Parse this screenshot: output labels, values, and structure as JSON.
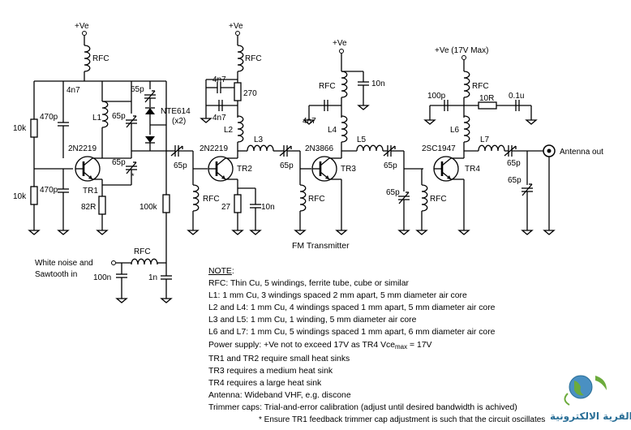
{
  "title": "FM Transmitter",
  "supply": {
    "ve": "+Ve",
    "ve17": "+Ve (17V Max)"
  },
  "transistors": {
    "tr1": "2N2219",
    "tr2": "2N2219",
    "tr3": "2N3866",
    "tr4": "2SC1947"
  },
  "designators": {
    "tr1": "TR1",
    "tr2": "TR2",
    "tr3": "TR3",
    "tr4": "TR4"
  },
  "inductors": {
    "rfc": "RFC",
    "l1": "L1",
    "l2": "L2",
    "l3": "L3",
    "l4": "L4",
    "l5": "L5",
    "l6": "L6",
    "l7": "L7"
  },
  "values": {
    "c4n7": "4n7",
    "c470p": "470p",
    "r10k": "10k",
    "c65p": "65p",
    "r82R": "82R",
    "r100k": "100k",
    "c100n": "100n",
    "c1n": "1n",
    "r270": "270",
    "r27": "27",
    "c10n": "10n",
    "c100p": "100p",
    "r10R": "10R",
    "c01u": "0.1u",
    "varactor": "NTE614",
    "varactor_qty": "(x2)",
    "trim_mark": "*"
  },
  "io": {
    "input_line1": "White noise and",
    "input_line2": "Sawtooth in",
    "output": "Antenna out"
  },
  "notes": {
    "heading": "NOTE",
    "colon": ":",
    "lines": [
      "RFC: Thin Cu, 5 windings, ferrite tube, cube or similar",
      "L1: 1 mm Cu, 3 windings spaced 2 mm apart, 5 mm diameter air core",
      "L2 and L4: 1 mm Cu, 4 windings spaced 1 mm apart, 5 mm diameter air core",
      "L3 and L5: 1 mm Cu, 1 winding, 5 mm diameter air core",
      "L6 and L7: 1 mm Cu, 5 windings spaced 1 mm apart, 6 mm diameter air core"
    ],
    "power_a": "Power supply: +Ve not to exceed 17V as TR4 Vce",
    "power_sub": "max",
    "power_b": " = 17V",
    "lines2": [
      "TR1 and TR2 require small heat sinks",
      "TR3 requires a medium heat sink",
      "TR4 requires a large heat sink",
      "Antenna: Wideband VHF, e.g. discone",
      "Trimmer caps: Trial-and-error calibration (adjust until desired bandwidth is achived)"
    ],
    "footnote": "* Ensure TR1 feedback trimmer cap adjustment is such that the circuit oscillates"
  },
  "watermark": "القرية الالكترونية"
}
